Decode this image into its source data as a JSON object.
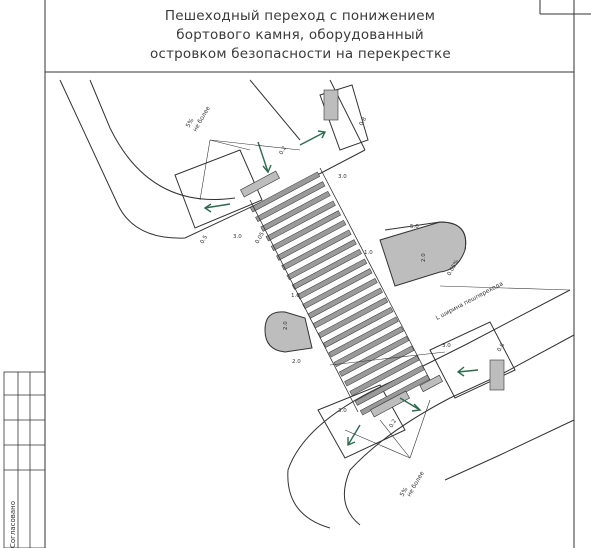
{
  "title": {
    "line1": "Пешеходный переход с понижением",
    "line2": "бортового камня, оборудованный",
    "line3": "островком безопасности на перекрестке"
  },
  "notes": {
    "ne_bolee": "не более",
    "slope_5": "5%",
    "width_label": "L ширина пешперехода"
  },
  "dimensions": {
    "d_3_0": "3.0",
    "d_0_8": "0.8",
    "d_0_5": "0.5",
    "d_0_2": "0.2",
    "d_0_05": "0.05",
    "d_1_0": "1.0",
    "d_2_0": "2.0",
    "d_5_0": "5.0",
    "d_0_05pct": "0.05%"
  },
  "stamp": {
    "label": "Согласовано"
  },
  "colors": {
    "line": "#333333",
    "island_fill": "#bdbdbd",
    "stripe_fill": "#9a9a9a",
    "arrow": "#2e6b4e"
  }
}
